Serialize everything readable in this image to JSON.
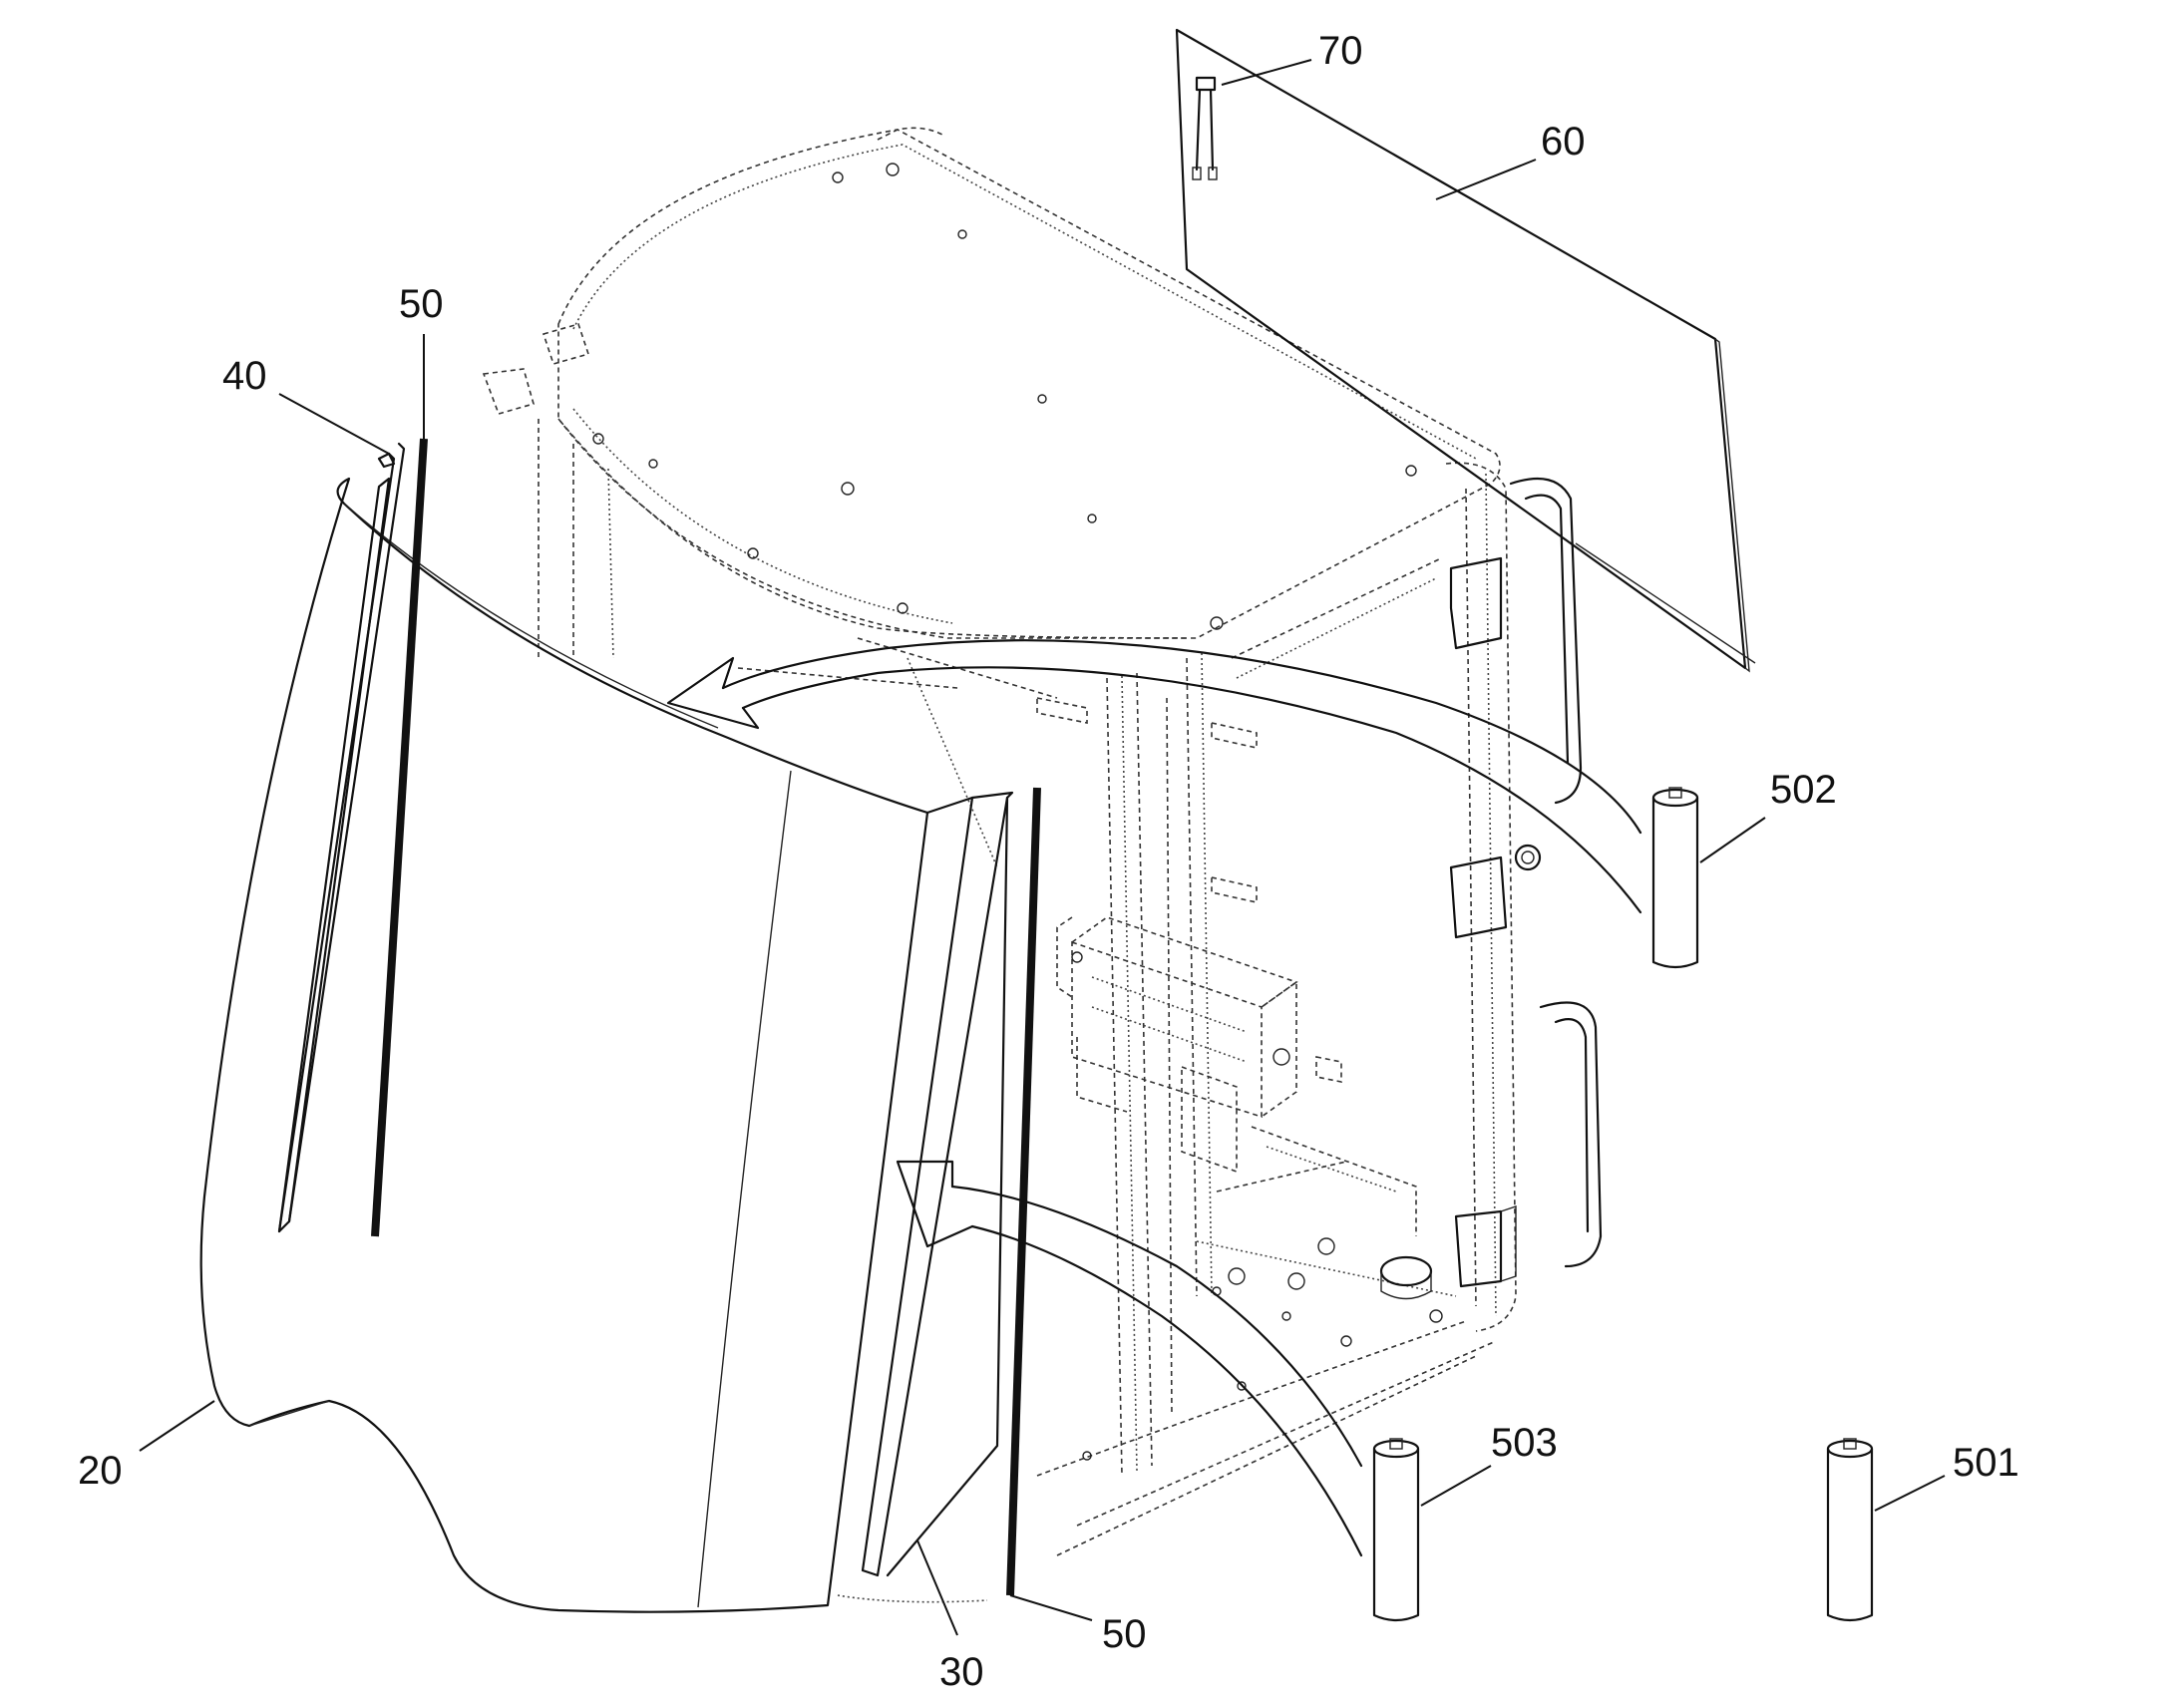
{
  "figure": {
    "reference_labels": [
      {
        "id": "ref-70",
        "text": "70"
      },
      {
        "id": "ref-60",
        "text": "60"
      },
      {
        "id": "ref-50-top",
        "text": "50"
      },
      {
        "id": "ref-40",
        "text": "40"
      },
      {
        "id": "ref-502",
        "text": "502"
      },
      {
        "id": "ref-503",
        "text": "503"
      },
      {
        "id": "ref-501",
        "text": "501"
      },
      {
        "id": "ref-20",
        "text": "20"
      },
      {
        "id": "ref-30",
        "text": "30"
      },
      {
        "id": "ref-50-bottom",
        "text": "50"
      }
    ]
  }
}
